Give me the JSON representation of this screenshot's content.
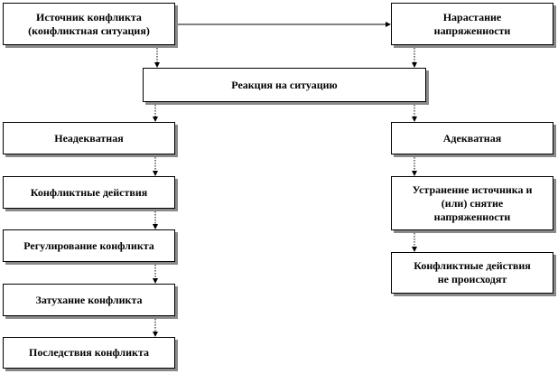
{
  "diagram": {
    "source": [
      "Источник конфликта",
      "(конфликтная ситуация)"
    ],
    "tension": [
      "Нарастание",
      "напряженности"
    ],
    "reaction": "Реакция на ситуацию",
    "inadequate": "Неадекватная",
    "adequate": "Адекватная",
    "conflict_actions": "Конфликтные действия",
    "regulation": "Регулирование конфликта",
    "fading": "Затухание конфликта",
    "consequences": "Последствия конфликта",
    "elimination": [
      "Устранение источника и",
      "(или) снятие",
      "напряженности"
    ],
    "no_conflict": [
      "Конфликтные действия",
      "не происходят"
    ]
  },
  "colors": {
    "border": "#000000",
    "shadow": "#8a8a8a",
    "connector": "#000000"
  }
}
